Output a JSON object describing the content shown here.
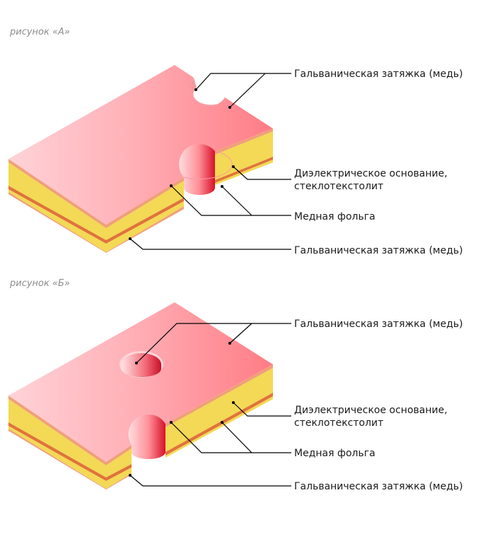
{
  "figures": [
    {
      "caption": "рисунок «А»",
      "labels": {
        "plating_top": "Гальваническая затяжка (медь)",
        "dielectric_line1": "Диэлектрическое основание,",
        "dielectric_line2": "стеклотекстолит",
        "copper_foil": "Медная фольга",
        "plating_bottom": "Гальваническая затяжка (медь)"
      }
    },
    {
      "caption": "рисунок «Б»",
      "labels": {
        "plating_top": "Гальваническая затяжка (медь)",
        "dielectric_line1": "Диэлектрическое основание,",
        "dielectric_line2": "стеклотекстолит",
        "copper_foil": "Медная фольга",
        "plating_bottom": "Гальваническая затяжка (медь)"
      }
    }
  ],
  "colors": {
    "plating_surface_light": "#ffc9cf",
    "plating_surface_dark": "#ff7e86",
    "dielectric_yellow": "#f3d955",
    "copper_foil": "#e0733a",
    "plating_edge": "#f0a07a",
    "hole_wall_red": "#e02030"
  }
}
